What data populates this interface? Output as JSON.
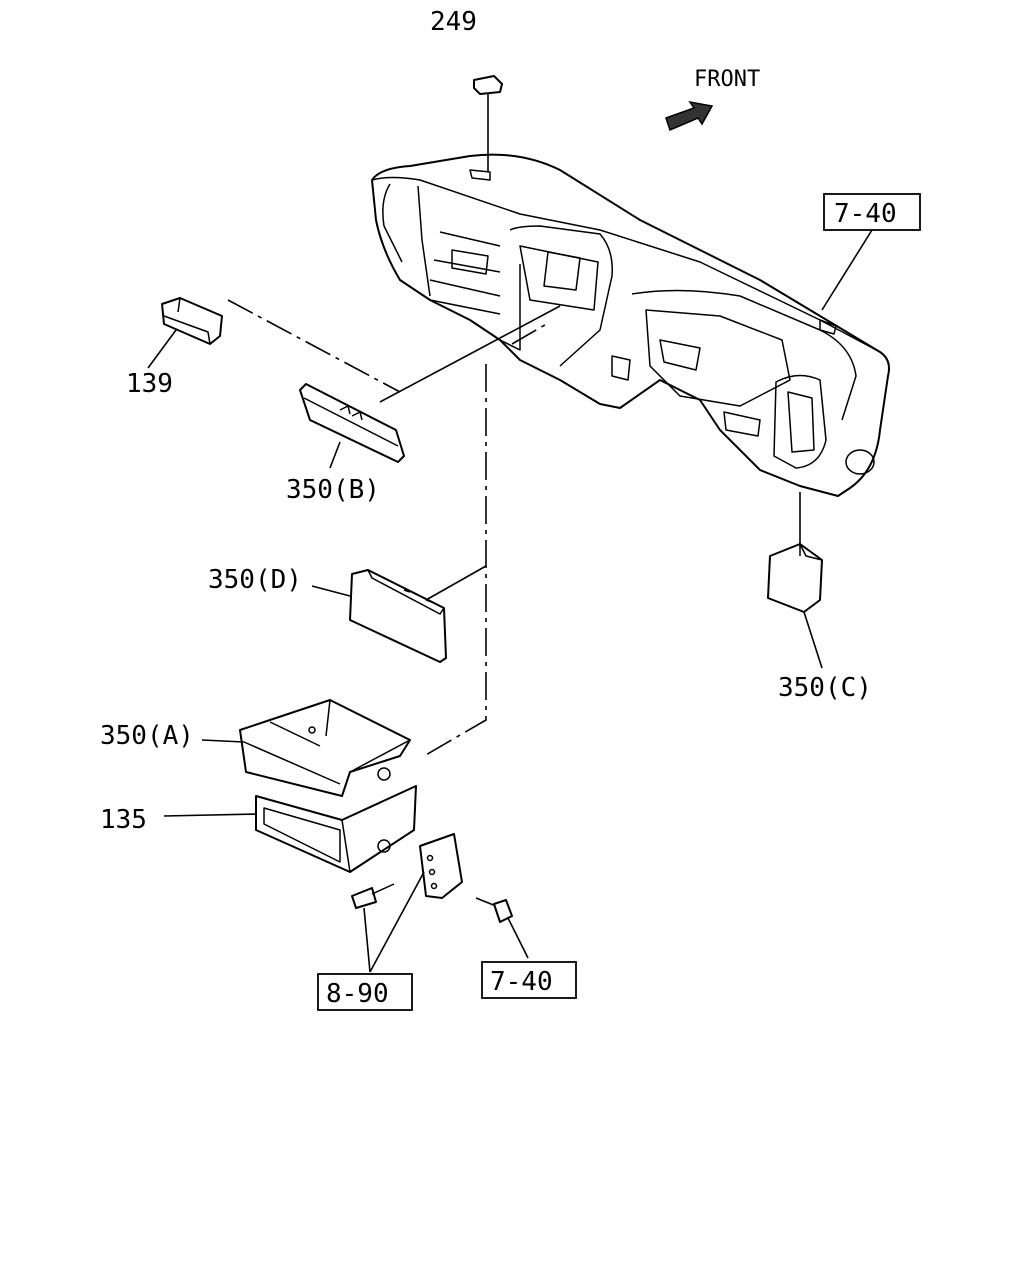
{
  "direction_label": "FRONT",
  "callouts": {
    "p249": "249",
    "p139": "139",
    "p350b": "350(B)",
    "p350d": "350(D)",
    "p350a": "350(A)",
    "p135": "135",
    "p350c": "350(C)"
  },
  "references": {
    "ref_740_top": "7-40",
    "ref_890": "8-90",
    "ref_740_bottom": "7-40"
  },
  "colors": {
    "line": "#000000",
    "background": "#ffffff"
  }
}
